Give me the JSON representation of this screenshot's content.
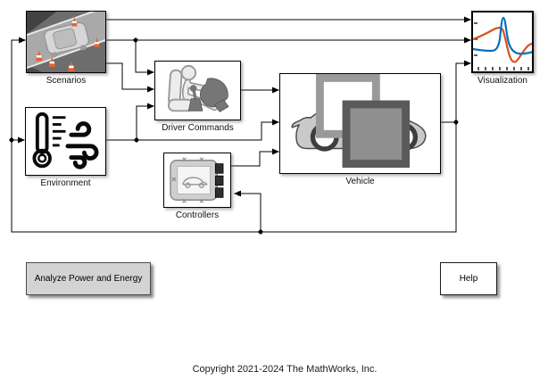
{
  "blocks": {
    "scenarios": {
      "label": "Scenarios",
      "icon": "driving-scenario-thumbnail-icon"
    },
    "environment": {
      "label": "Environment",
      "icon": "thermometer-wind-icon"
    },
    "driver_commands": {
      "label": "Driver Commands",
      "icon": "driver-steering-wheel-icon"
    },
    "controllers": {
      "label": "Controllers",
      "icon": "ecu-controller-icon"
    },
    "vehicle": {
      "label": "Vehicle",
      "icon": "sports-car-icon",
      "badge_icon": "variant-subsystem-badge-icon"
    },
    "visualization": {
      "label": "Visualization",
      "icon": "scope-plot-icon"
    }
  },
  "buttons": {
    "analyze": {
      "label": "Analyze Power and Energy"
    },
    "help": {
      "label": "Help"
    }
  },
  "footer": {
    "copyright": "Copyright 2021-2024 The MathWorks, Inc."
  },
  "colors": {
    "wire": "#000000",
    "canvas": "#ffffff",
    "block_border": "#000000",
    "plot_line_blue": "#0072BD",
    "plot_line_orange": "#D95319",
    "cone_orange": "#e8622d",
    "analyze_button_fill": "#d3d3d3"
  }
}
